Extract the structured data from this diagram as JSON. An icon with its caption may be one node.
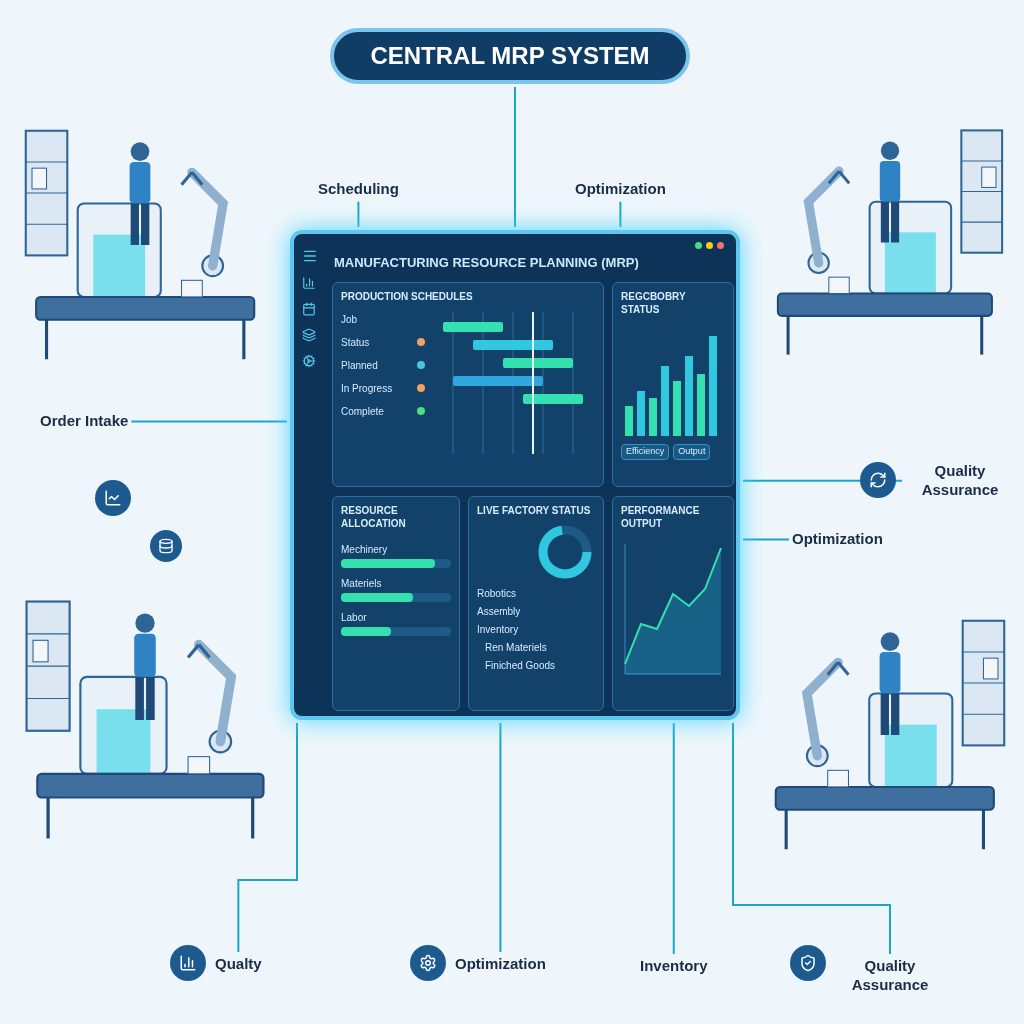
{
  "diagram": {
    "nodes": [
      {
        "text": [
          "CENTRAL MRP SYSTEM"
        ]
      },
      {
        "text": [
          "MANUFACTURING RESOURCE PLANNING (MRP)"
        ]
      },
      {
        "text": [
          "PRODUCTION SCHEDULES",
          "Job",
          "Status",
          "Planned",
          "In Progress",
          "Complete"
        ],
        "in": 1
      },
      {
        "text": [
          "REGCBOBRY STATUS",
          "Efficiency",
          "Output"
        ],
        "in": 1
      },
      {
        "text": [
          "RESOURCE ALLOCATION",
          "Mechinery",
          "Materiels",
          "Labor"
        ],
        "in": 1
      },
      {
        "text": [
          "LIVE FACTORY STATUS",
          "Robotics",
          "Assembly",
          "Inventory",
          "Ren Materiels",
          "Finiched Goods"
        ],
        "in": 1
      },
      {
        "text": [
          "PERFORMANCE OUTPUT"
        ],
        "in": 1
      },
      {
        "text": [
          "Scheduling"
        ]
      },
      {
        "text": [
          "Optimization"
        ]
      },
      {
        "text": [
          "Order Intake"
        ]
      },
      {
        "text": [
          "Quality Assurance"
        ]
      },
      {
        "text": [
          "Optimization"
        ]
      },
      {
        "text": [
          "Qualty"
        ]
      },
      {
        "text": [
          "Optimization"
        ]
      },
      {
        "text": [
          "Inventory"
        ]
      },
      {
        "text": [
          "Quality Assurance"
        ]
      }
    ],
    "edges": [
      {
        "from": 0,
        "to": 1,
        "arrow": "none"
      },
      {
        "from": 1,
        "to": 7,
        "arrow": "none"
      },
      {
        "from": 1,
        "to": 8,
        "arrow": "none"
      },
      {
        "from": 1,
        "to": 9,
        "arrow": "none"
      },
      {
        "from": 1,
        "to": 10,
        "arrow": "none"
      },
      {
        "from": 1,
        "to": 11,
        "arrow": "none"
      },
      {
        "from": 1,
        "to": 12,
        "arrow": "none"
      },
      {
        "from": 1,
        "to": 13,
        "arrow": "none"
      },
      {
        "from": 1,
        "to": 14,
        "arrow": "none"
      },
      {
        "from": 1,
        "to": 15,
        "arrow": "none"
      }
    ]
  }
}
